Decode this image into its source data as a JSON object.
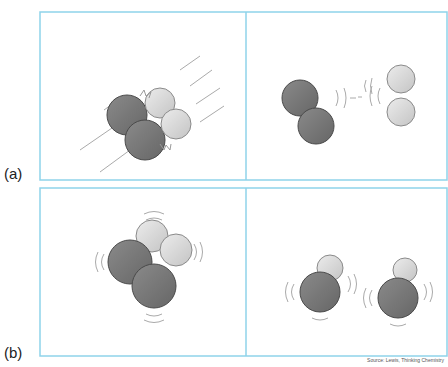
{
  "diagram": {
    "labels": [
      "(a)",
      "(b)",
      "Source: Lewis, Thinking Chemistry"
    ]
  }
}
